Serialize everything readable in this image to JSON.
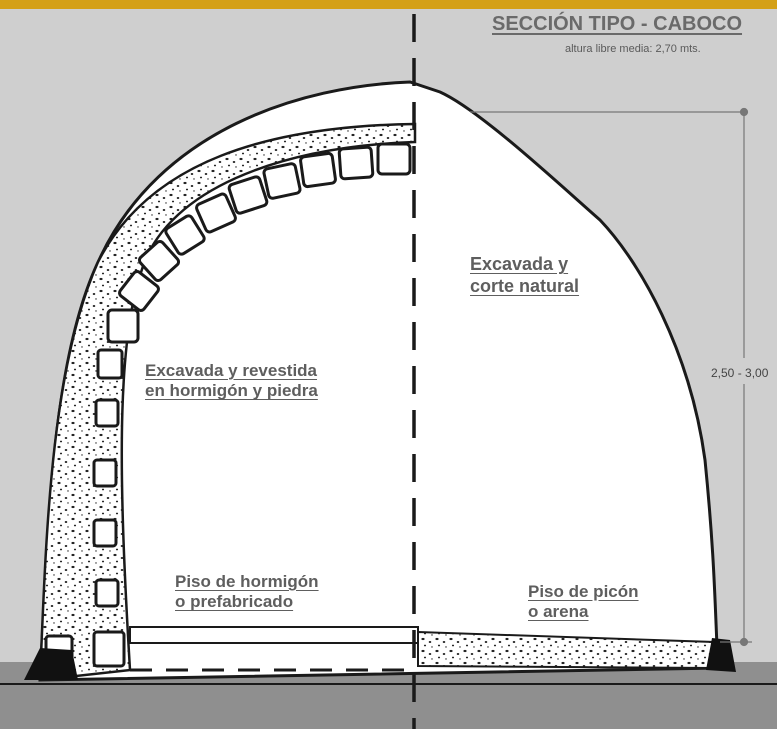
{
  "header": {
    "title": "SECCIÓN TIPO - CABOCO",
    "subtitle": "altura libre media: 2,70 mts."
  },
  "labels": {
    "natural_line1": "Excavada y",
    "natural_line2": "corte natural",
    "clad_line1": "Excavada y revestida",
    "clad_line2": "en hormigón y piedra",
    "floor_line1": "Piso de hormigón",
    "floor_line2": "o prefabricado",
    "picon_line1": "Piso de picón",
    "picon_line2": "o arena"
  },
  "dimension": {
    "height_range": "2,50 - 3,00"
  },
  "colors": {
    "accent_bar": "#d4a017",
    "background": "#cfcfcf",
    "ground": "#8f8f8f",
    "interior": "#ffffff",
    "ink": "#1a1a1a"
  }
}
